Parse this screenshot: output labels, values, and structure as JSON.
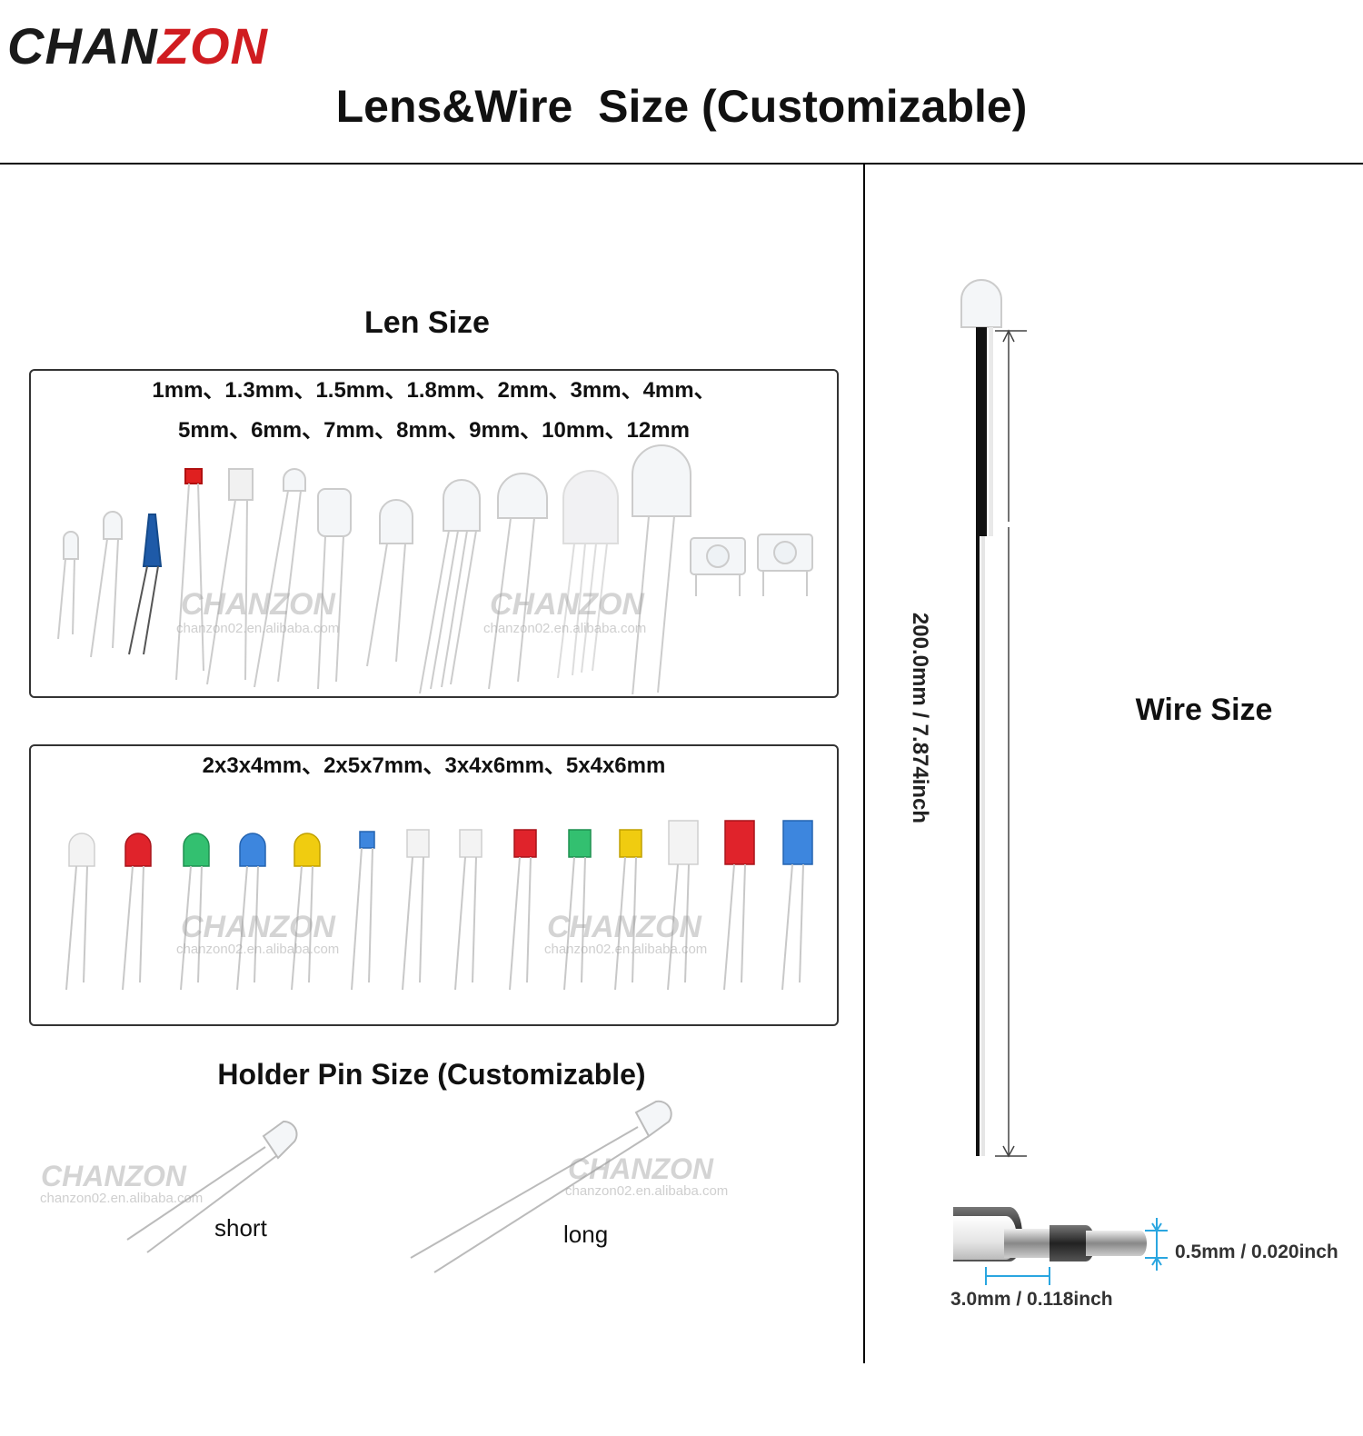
{
  "brand": {
    "name_left": "CHAN",
    "name_right": "ZON"
  },
  "title": "Lens&Wire  Size (Customizable)",
  "len_section": {
    "title": "Len Size",
    "round_sizes_line1": "1mm、1.3mm、1.5mm、1.8mm、2mm、3mm、4mm、",
    "round_sizes_line2": "5mm、6mm、7mm、8mm、9mm、10mm、12mm",
    "rect_sizes": "2x3x4mm、2x5x7mm、3x4x6mm、5x4x6mm"
  },
  "watermark": {
    "text": "CHANZON",
    "url": "chanzon02.en.alibaba.com"
  },
  "holder_section": {
    "title": "Holder Pin Size (Customizable)",
    "short_label": "short",
    "long_label": "long"
  },
  "wire_section": {
    "title": "Wire Size",
    "length_label": "200.0mm / 7.874inch",
    "inner_dim": "0.5mm / 0.020inch",
    "outer_dim": "3.0mm / 0.118inch"
  },
  "colors": {
    "brand_red": "#d01c20",
    "dim_blue": "#2aa6e0"
  },
  "leds_round": [
    "clear",
    "clear",
    "blue",
    "red",
    "white",
    "clear",
    "clear",
    "clear",
    "clear",
    "clear",
    "diffused-white",
    "clear",
    "flux",
    "flux"
  ],
  "leds_rect": [
    "white",
    "red",
    "green",
    "blue",
    "yellow",
    "blue",
    "white",
    "white",
    "red",
    "green",
    "yellow",
    "white",
    "red",
    "blue"
  ]
}
